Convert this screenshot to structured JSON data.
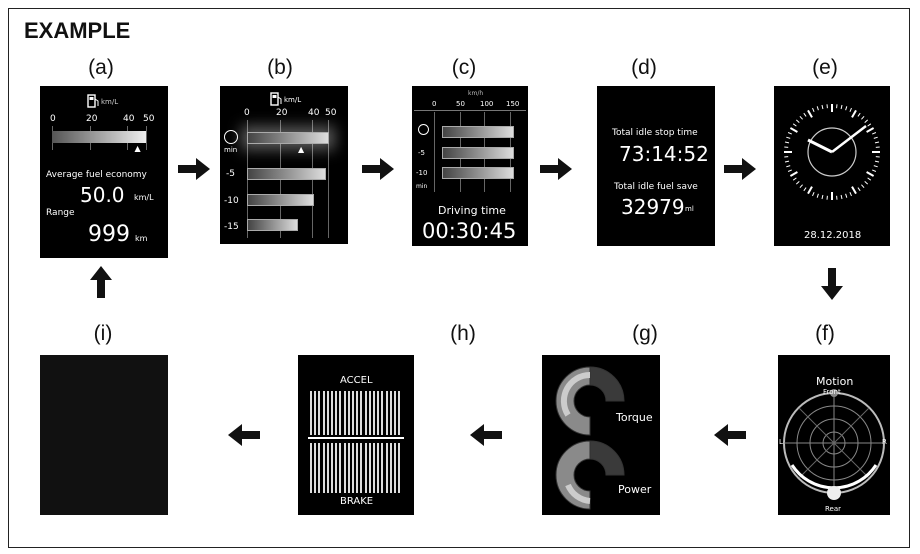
{
  "heading": "EXAMPLE",
  "labels": {
    "a": "(a)",
    "b": "(b)",
    "c": "(c)",
    "d": "(d)",
    "e": "(e)",
    "f": "(f)",
    "g": "(g)",
    "h": "(h)",
    "i": "(i)"
  },
  "screen_a": {
    "unit": "km/L",
    "ticks": [
      "0",
      "20",
      "40",
      "50"
    ],
    "avg_label": "Average fuel economy",
    "avg_value": "50.0",
    "avg_unit": "km/L",
    "range_label": "Range",
    "range_value": "999",
    "range_unit": "km",
    "marker_fraction": 0.92
  },
  "screen_b": {
    "unit": "km/L",
    "ticks": [
      "0",
      "20",
      "40",
      "50"
    ],
    "row_labels": [
      "min",
      "-5",
      "-10",
      "-15"
    ],
    "bar_fractions": [
      1.0,
      0.96,
      0.82,
      0.62
    ]
  },
  "screen_c": {
    "unit": "km/h",
    "ticks": [
      "0",
      "50",
      "100",
      "150"
    ],
    "row_labels": [
      "-5",
      "-10",
      "min"
    ],
    "title": "Driving time",
    "time": "00:30:45"
  },
  "screen_d": {
    "stop_label": "Total idle stop time",
    "stop_value": "73:14:52",
    "save_label": "Total idle fuel save",
    "save_value": "32979",
    "save_unit": "ml"
  },
  "screen_e": {
    "date": "28.12.2018"
  },
  "screen_f": {
    "title": "Motion",
    "front": "Front",
    "rear": "Rear",
    "left": "L",
    "right": "R"
  },
  "screen_g": {
    "torque": "Torque",
    "power": "Power"
  },
  "screen_h": {
    "accel": "ACCEL",
    "brake": "BRAKE"
  }
}
